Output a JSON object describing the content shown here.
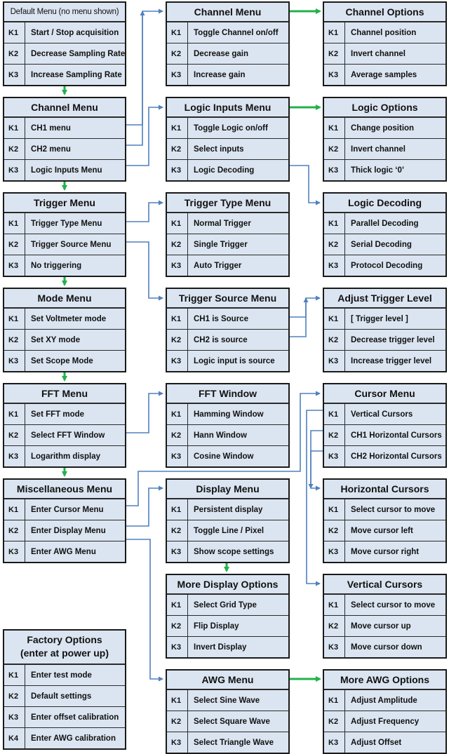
{
  "colors": {
    "box_fill": "#dbe5f1",
    "box_border": "#1a1a1a",
    "flow_arrow": "#22b14c",
    "link_arrow": "#4f81bd"
  },
  "menus": {
    "default": {
      "title": "Default Menu (no menu shown)",
      "items": [
        {
          "key": "K1",
          "label": "Start / Stop acquisition"
        },
        {
          "key": "K2",
          "label": "Decrease Sampling Rate"
        },
        {
          "key": "K3",
          "label": "Increase Sampling Rate"
        }
      ]
    },
    "channel": {
      "title": "Channel Menu",
      "items": [
        {
          "key": "K1",
          "label": "CH1 menu"
        },
        {
          "key": "K2",
          "label": "CH2 menu"
        },
        {
          "key": "K3",
          "label": "Logic Inputs Menu"
        }
      ]
    },
    "trigger": {
      "title": "Trigger Menu",
      "items": [
        {
          "key": "K1",
          "label": "Trigger Type Menu"
        },
        {
          "key": "K2",
          "label": "Trigger Source Menu"
        },
        {
          "key": "K3",
          "label": "No triggering"
        }
      ]
    },
    "mode": {
      "title": "Mode Menu",
      "items": [
        {
          "key": "K1",
          "label": "Set Voltmeter mode"
        },
        {
          "key": "K2",
          "label": "Set XY mode"
        },
        {
          "key": "K3",
          "label": "Set Scope Mode"
        }
      ]
    },
    "fft": {
      "title": "FFT Menu",
      "items": [
        {
          "key": "K1",
          "label": "Set FFT mode"
        },
        {
          "key": "K2",
          "label": "Select FFT Window"
        },
        {
          "key": "K3",
          "label": "Logarithm display"
        }
      ]
    },
    "misc": {
      "title": "Miscellaneous  Menu",
      "items": [
        {
          "key": "K1",
          "label": "Enter Cursor Menu"
        },
        {
          "key": "K2",
          "label": "Enter Display  Menu"
        },
        {
          "key": "K3",
          "label": "Enter AWG Menu"
        }
      ]
    },
    "factory": {
      "title": "Factory Options",
      "subtitle": "(enter at power up)",
      "items": [
        {
          "key": "K1",
          "label": "Enter test mode"
        },
        {
          "key": "K2",
          "label": "Default settings"
        },
        {
          "key": "K3",
          "label": "Enter offset calibration"
        },
        {
          "key": "K4",
          "label": "Enter AWG calibration"
        }
      ]
    },
    "channel_sub": {
      "title": "Channel Menu",
      "items": [
        {
          "key": "K1",
          "label": "Toggle Channel on/off"
        },
        {
          "key": "K2",
          "label": "Decrease gain"
        },
        {
          "key": "K3",
          "label": "Increase gain"
        }
      ]
    },
    "logic_inputs": {
      "title": "Logic Inputs Menu",
      "items": [
        {
          "key": "K1",
          "label": "Toggle Logic on/off"
        },
        {
          "key": "K2",
          "label": "Select inputs"
        },
        {
          "key": "K3",
          "label": "Logic Decoding"
        }
      ]
    },
    "trigger_type": {
      "title": "Trigger Type Menu",
      "items": [
        {
          "key": "K1",
          "label": "Normal Trigger"
        },
        {
          "key": "K2",
          "label": "Single Trigger"
        },
        {
          "key": "K3",
          "label": "Auto Trigger"
        }
      ]
    },
    "trigger_source": {
      "title": "Trigger Source Menu",
      "items": [
        {
          "key": "K1",
          "label": "CH1 is Source"
        },
        {
          "key": "K2",
          "label": "CH2 is source"
        },
        {
          "key": "K3",
          "label": "Logic input is source"
        }
      ]
    },
    "fft_window": {
      "title": "FFT Window",
      "items": [
        {
          "key": "K1",
          "label": "Hamming Window"
        },
        {
          "key": "K2",
          "label": "Hann Window"
        },
        {
          "key": "K3",
          "label": "Cosine Window"
        }
      ]
    },
    "display": {
      "title": "Display Menu",
      "items": [
        {
          "key": "K1",
          "label": "Persistent display"
        },
        {
          "key": "K2",
          "label": "Toggle Line / Pixel"
        },
        {
          "key": "K3",
          "label": "Show scope settings"
        }
      ]
    },
    "more_display": {
      "title": "More Display Options",
      "items": [
        {
          "key": "K1",
          "label": "Select Grid Type"
        },
        {
          "key": "K2",
          "label": "Flip Display"
        },
        {
          "key": "K3",
          "label": "Invert Display"
        }
      ]
    },
    "awg": {
      "title": "AWG Menu",
      "items": [
        {
          "key": "K1",
          "label": "Select Sine Wave"
        },
        {
          "key": "K2",
          "label": "Select Square Wave"
        },
        {
          "key": "K3",
          "label": "Select Triangle  Wave"
        }
      ]
    },
    "channel_options": {
      "title": "Channel Options",
      "items": [
        {
          "key": "K1",
          "label": "Channel position"
        },
        {
          "key": "K2",
          "label": "Invert channel"
        },
        {
          "key": "K3",
          "label": "Average samples"
        }
      ]
    },
    "logic_options": {
      "title": "Logic Options",
      "items": [
        {
          "key": "K1",
          "label": "Change position"
        },
        {
          "key": "K2",
          "label": "Invert channel"
        },
        {
          "key": "K3",
          "label": "Thick logic ‘0’"
        }
      ]
    },
    "logic_decoding": {
      "title": "Logic Decoding",
      "items": [
        {
          "key": "K1",
          "label": "Parallel Decoding"
        },
        {
          "key": "K2",
          "label": "Serial Decoding"
        },
        {
          "key": "K3",
          "label": "Protocol Decoding"
        }
      ]
    },
    "adjust_trigger": {
      "title": "Adjust Trigger Level",
      "items": [
        {
          "key": "K1",
          "label": "[ Trigger level ]"
        },
        {
          "key": "K2",
          "label": "Decrease trigger level"
        },
        {
          "key": "K3",
          "label": "Increase trigger level"
        }
      ]
    },
    "cursor": {
      "title": "Cursor Menu",
      "items": [
        {
          "key": "K1",
          "label": "Vertical Cursors"
        },
        {
          "key": "K2",
          "label": "CH1 Horizontal Cursors"
        },
        {
          "key": "K3",
          "label": "CH2 Horizontal Cursors"
        }
      ]
    },
    "horizontal_cursors": {
      "title": "Horizontal Cursors",
      "items": [
        {
          "key": "K1",
          "label": "Select cursor to move"
        },
        {
          "key": "K2",
          "label": "Move cursor left"
        },
        {
          "key": "K3",
          "label": "Move cursor right"
        }
      ]
    },
    "vertical_cursors": {
      "title": "Vertical Cursors",
      "items": [
        {
          "key": "K1",
          "label": "Select cursor to move"
        },
        {
          "key": "K2",
          "label": "Move cursor up"
        },
        {
          "key": "K3",
          "label": "Move cursor down"
        }
      ]
    },
    "more_awg": {
      "title": "More AWG Options",
      "items": [
        {
          "key": "K1",
          "label": "Adjust Amplitude"
        },
        {
          "key": "K2",
          "label": "Adjust Frequency"
        },
        {
          "key": "K3",
          "label": "Adjust Offset"
        }
      ]
    }
  }
}
